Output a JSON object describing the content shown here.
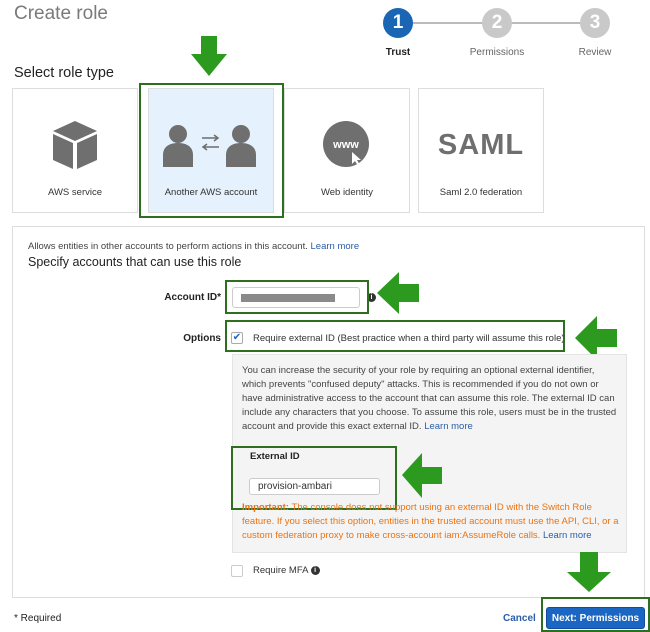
{
  "header": {
    "title": "Create role"
  },
  "steps": [
    {
      "num": "1",
      "label": "Trust",
      "active": true
    },
    {
      "num": "2",
      "label": "Permissions"
    },
    {
      "num": "3",
      "label": "Review"
    }
  ],
  "role_type": {
    "heading": "Select role type",
    "cards": [
      {
        "label": "AWS service",
        "icon": "cube-icon"
      },
      {
        "label": "Another AWS account",
        "icon": "accounts-exchange-icon",
        "selected": true
      },
      {
        "label": "Web identity",
        "icon": "www-icon"
      },
      {
        "label": "Saml 2.0 federation",
        "icon": "saml-icon",
        "icon_text": "SAML"
      }
    ]
  },
  "panel": {
    "description": "Allows entities in other accounts to perform actions in this account.",
    "learn_more": "Learn more",
    "heading": "Specify accounts that can use this role",
    "account_id_label": "Account ID*",
    "options_label": "Options",
    "require_external_label": "Require external ID (Best practice when a third party will assume this role)",
    "require_external_checked": true,
    "external_help": "You can increase the security of your role by requiring an optional external identifier, which prevents \"confused deputy\" attacks. This is recommended if you do not own or have administrative access to the account that can assume this role. The external ID can include any characters that you choose. To assume this role, users must be in the trusted account and provide this exact external ID.",
    "external_id_label": "External ID",
    "external_id_value": "provision-ambari",
    "important_label": "Important:",
    "important_text": "The console does not support using an external ID with the Switch Role feature. If you select this option, entities in the trusted account must use the API, CLI, or a custom federation proxy to make cross-account iam:AssumeRole calls.",
    "require_mfa_label": "Require MFA",
    "require_mfa_checked": false
  },
  "footer": {
    "required": "* Required",
    "cancel": "Cancel",
    "next": "Next: Permissions"
  },
  "colors": {
    "primary": "#1a66c2",
    "annotation": "#2c9a1e",
    "warning": "#ec7211"
  }
}
